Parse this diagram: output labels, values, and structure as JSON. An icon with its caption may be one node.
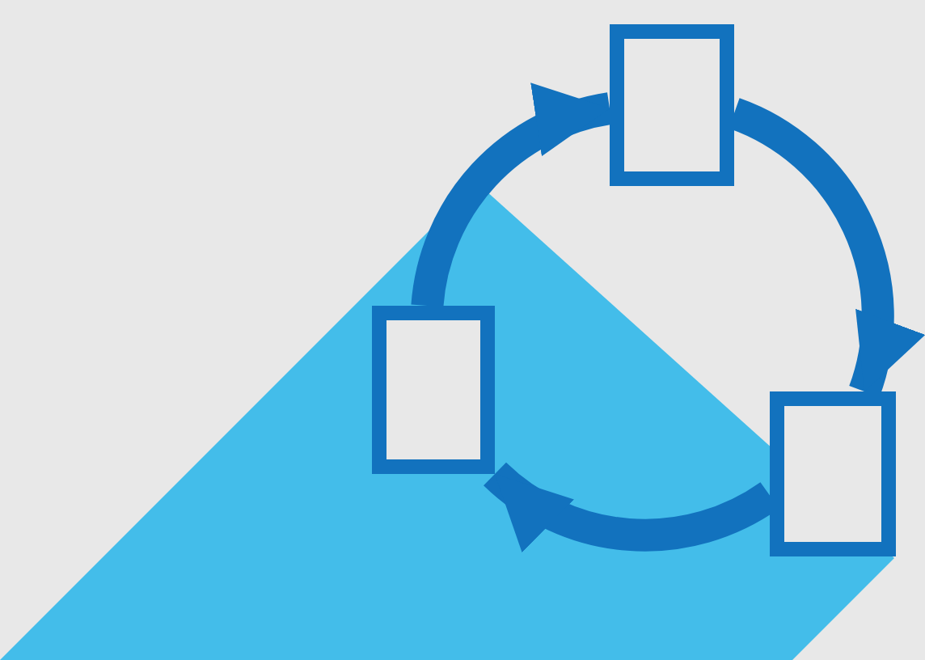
{
  "diagram": {
    "nodes": [
      {
        "text": [],
        "shape": "box"
      },
      {
        "text": [],
        "shape": "box"
      },
      {
        "text": [],
        "shape": "box"
      }
    ],
    "edges": [
      {
        "from": 1,
        "to": 0,
        "arrow": "to"
      },
      {
        "from": 0,
        "to": 2,
        "arrow": "to"
      },
      {
        "from": 2,
        "to": 1,
        "arrow": "to"
      }
    ]
  }
}
